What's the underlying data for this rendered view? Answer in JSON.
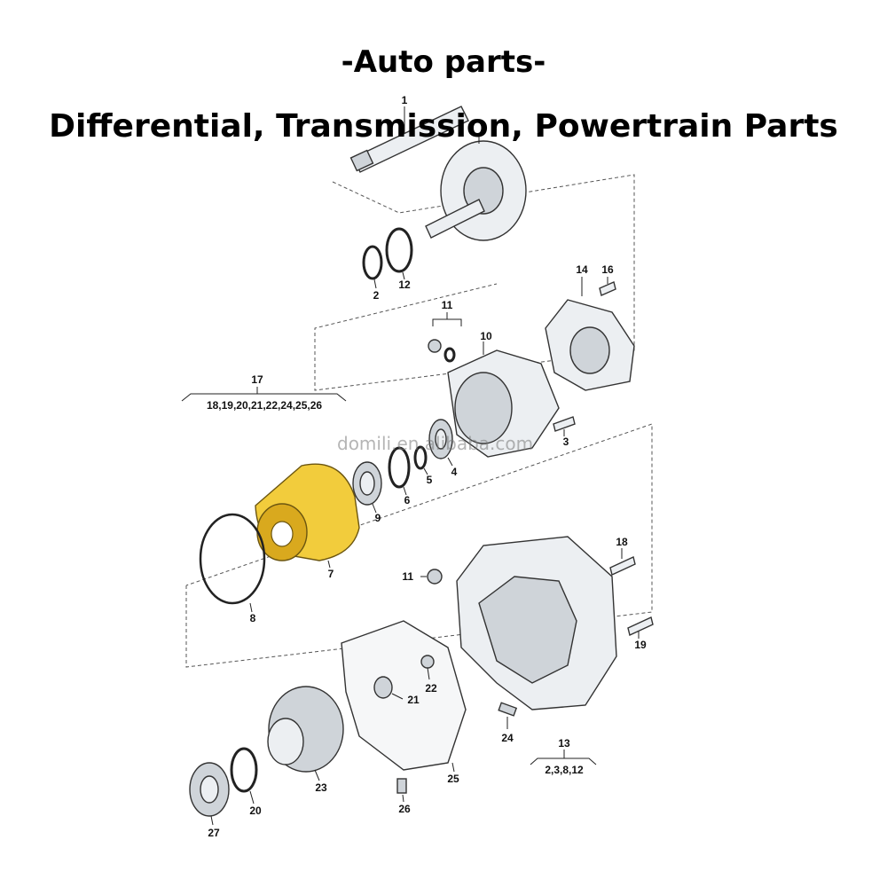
{
  "header": {
    "line1": "-Auto parts-",
    "line2": "Differential, Transmission, Powertrain Parts"
  },
  "watermark": "domili.en.alibaba.com",
  "callouts": {
    "p1": "1",
    "p2": "2",
    "p3": "3",
    "p4": "4",
    "p5": "5",
    "p6": "6",
    "p7": "7",
    "p8": "8",
    "p9": "9",
    "p10": "10",
    "p11a": "11",
    "p11b": "11",
    "p12": "12",
    "p13": "13",
    "p14": "14",
    "p16": "16",
    "p17": "17",
    "p18": "18",
    "p19": "19",
    "p20": "20",
    "p21": "21",
    "p22": "22",
    "p23": "23",
    "p24": "24",
    "p25": "25",
    "p26": "26",
    "p27": "27"
  },
  "groups": {
    "g17": "18,19,20,21,22,24,25,26",
    "g13": "2,3,8,12"
  },
  "colors": {
    "highlight": "#f2cc3c",
    "highlight_dark": "#d9a91e",
    "metal": "#eceff2",
    "line": "#333333"
  }
}
